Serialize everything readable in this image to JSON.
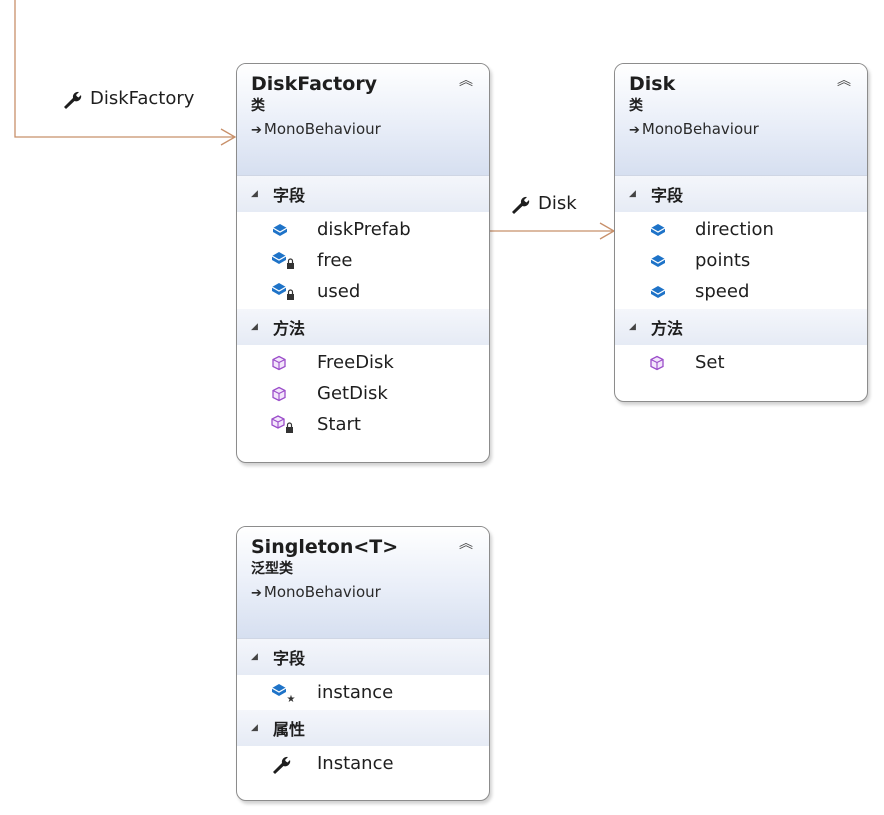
{
  "edges": [
    {
      "label": "DiskFactory",
      "icon": "wrench-icon"
    },
    {
      "label": "Disk",
      "icon": "wrench-icon"
    }
  ],
  "classes": [
    {
      "name": "DiskFactory",
      "kind": "类",
      "base": "MonoBehaviour",
      "sections": [
        {
          "title": "字段",
          "members": [
            {
              "name": "diskPrefab",
              "icon": "field-public-icon"
            },
            {
              "name": "free",
              "icon": "field-private-icon"
            },
            {
              "name": "used",
              "icon": "field-private-icon"
            }
          ]
        },
        {
          "title": "方法",
          "members": [
            {
              "name": "FreeDisk",
              "icon": "method-public-icon"
            },
            {
              "name": "GetDisk",
              "icon": "method-public-icon"
            },
            {
              "name": "Start",
              "icon": "method-private-icon"
            }
          ]
        }
      ]
    },
    {
      "name": "Disk",
      "kind": "类",
      "base": "MonoBehaviour",
      "sections": [
        {
          "title": "字段",
          "members": [
            {
              "name": "direction",
              "icon": "field-public-icon"
            },
            {
              "name": "points",
              "icon": "field-public-icon"
            },
            {
              "name": "speed",
              "icon": "field-public-icon"
            }
          ]
        },
        {
          "title": "方法",
          "members": [
            {
              "name": "Set",
              "icon": "method-public-icon"
            }
          ]
        }
      ]
    },
    {
      "name": "Singleton<T>",
      "kind": "泛型类",
      "base": "MonoBehaviour",
      "sections": [
        {
          "title": "字段",
          "members": [
            {
              "name": "instance",
              "icon": "field-static-icon"
            }
          ]
        },
        {
          "title": "属性",
          "members": [
            {
              "name": "Instance",
              "icon": "property-icon"
            }
          ]
        }
      ]
    }
  ],
  "colors": {
    "connector": "#c8906a",
    "field_icon": "#1e73c8",
    "method_icon": "#9b4dca"
  }
}
